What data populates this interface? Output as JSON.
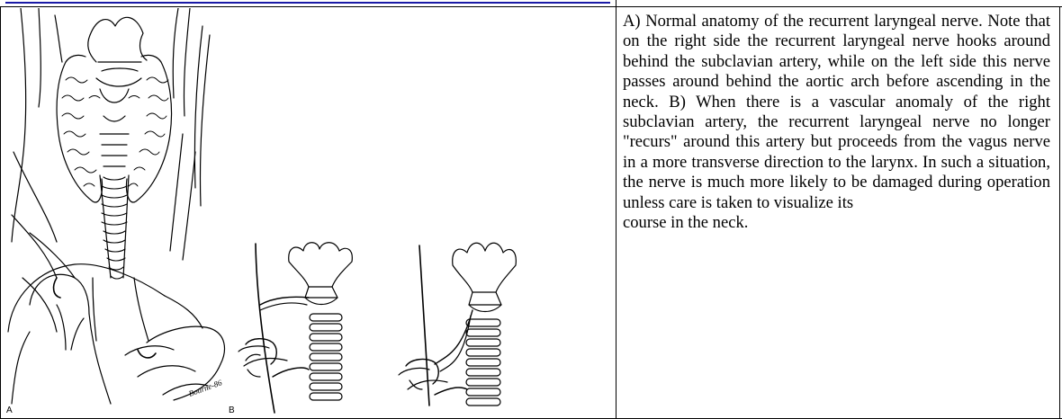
{
  "figure": {
    "panel_a_label": "A",
    "panel_b_label": "B"
  },
  "caption": {
    "line1": "A) Normal anatomy of the recurrent laryngeal nerve. Note that on the right side the recurrent laryngeal nerve hooks around behind the subclavian artery, while on the left side this nerve passes around behind the aortic arch before ascending in the neck. B) When there is a vascular anomaly of the right subclavian artery, the recurrent laryngeal nerve no longer \"recurs\" around this artery but proceeds from the vagus nerve in a more transverse direction to the larynx. In such a situation, the nerve is much more likely to be damaged during operation unless care is taken to visualize its",
    "line2": "course in the neck."
  },
  "colors": {
    "link_underline": "#1a1aa6",
    "ink": "#000000"
  }
}
